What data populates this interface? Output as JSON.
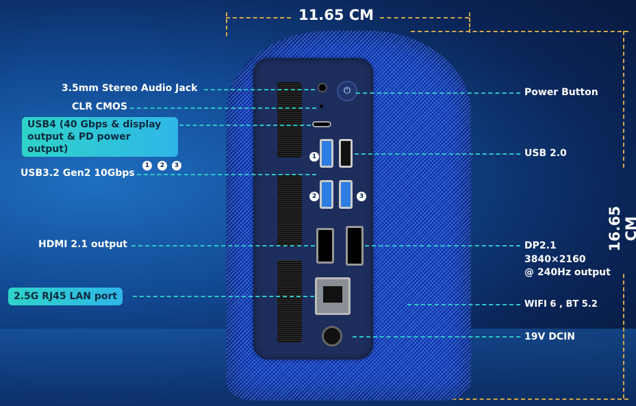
{
  "dimensions": {
    "width": "11.65 CM",
    "height": "16.65 CM"
  },
  "left_labels": {
    "audio": "3.5mm Stereo Audio Jack",
    "clr": "CLR CMOS",
    "usb4": "USB4 (40 Gbps & display output & PD power output)",
    "usb32": "USB3.2 Gen2 10Gbps",
    "usb32_markers": [
      "1",
      "2",
      "3"
    ],
    "hdmi": "HDMI 2.1 output",
    "lan": "2.5G RJ45 LAN port"
  },
  "right_labels": {
    "power": "Power Button",
    "usb2": "USB 2.0",
    "dp_line1": "DP2.1",
    "dp_line2": "3840×2160",
    "dp_line3": "@ 240Hz output",
    "wifi": "WIFI 6 , BT 5.2",
    "dcin": "19V DCIN"
  },
  "colors": {
    "accent": "#2ec8c8",
    "dimension": "#d6a94a"
  }
}
